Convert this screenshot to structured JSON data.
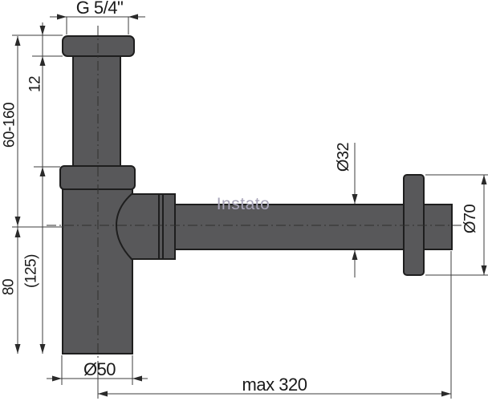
{
  "drawing": {
    "type": "technical-dimension-drawing",
    "subject": "bottle-trap-siphon",
    "watermark": "Instato",
    "dims": {
      "thread": "G 5/4\"",
      "flange_height": "12",
      "adjustable_height": "60-160",
      "trap_depth": "80",
      "overall_height": "(125)",
      "outlet_pipe_diameter": "Ø32",
      "rosette_diameter": "Ø70",
      "body_diameter": "Ø50",
      "wall_distance": "max 320"
    },
    "colors": {
      "part_fill": "#58585a",
      "part_outline": "#1e1e1e",
      "dimension_lines": "#3c3c3c",
      "text": "#1a1a1a",
      "watermark": "#a8a4b8",
      "background": "#ffffff"
    }
  }
}
